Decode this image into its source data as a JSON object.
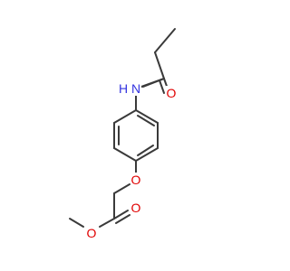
{
  "molecule": {
    "atoms": {
      "nitrogen": {
        "label": "N",
        "color": "#3333e0"
      },
      "hydrogen": {
        "label": "H",
        "color": "#3333e0"
      },
      "amide_oxygen": {
        "label": "O",
        "color": "#e00000"
      },
      "ether_oxygen": {
        "label": "O",
        "color": "#e00000"
      },
      "ester_carbonyl_oxygen": {
        "label": "O",
        "color": "#e00000"
      },
      "ester_oxygen": {
        "label": "O",
        "color": "#e00000"
      }
    }
  }
}
